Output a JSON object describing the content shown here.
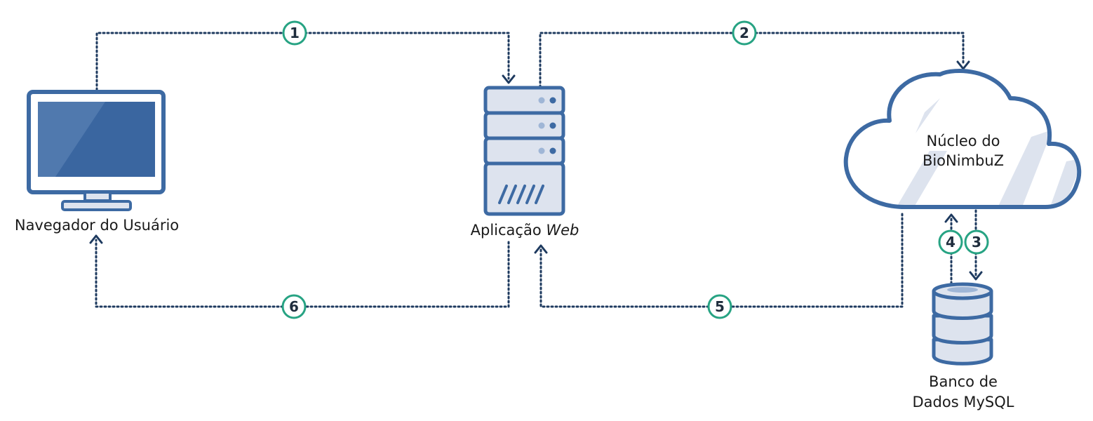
{
  "nodes": {
    "browser": {
      "label": "Navegador do Usuário",
      "icon": "monitor-icon"
    },
    "webapp": {
      "label_prefix": "Aplicação ",
      "label_italic": "Web",
      "icon": "server-icon"
    },
    "core": {
      "line1": "Núcleo do",
      "line2": "BioNimbuZ",
      "icon": "cloud-icon"
    },
    "database": {
      "line1": "Banco de",
      "line2": "Dados MySQL",
      "icon": "database-icon"
    }
  },
  "steps": [
    "1",
    "2",
    "3",
    "4",
    "5",
    "6"
  ],
  "colors": {
    "primary": "#3d6aa3",
    "screen": "#3a66a0",
    "light_fill": "#dde3ee",
    "flow_line": "#1e3a5f",
    "step_ring": "#27a383"
  }
}
